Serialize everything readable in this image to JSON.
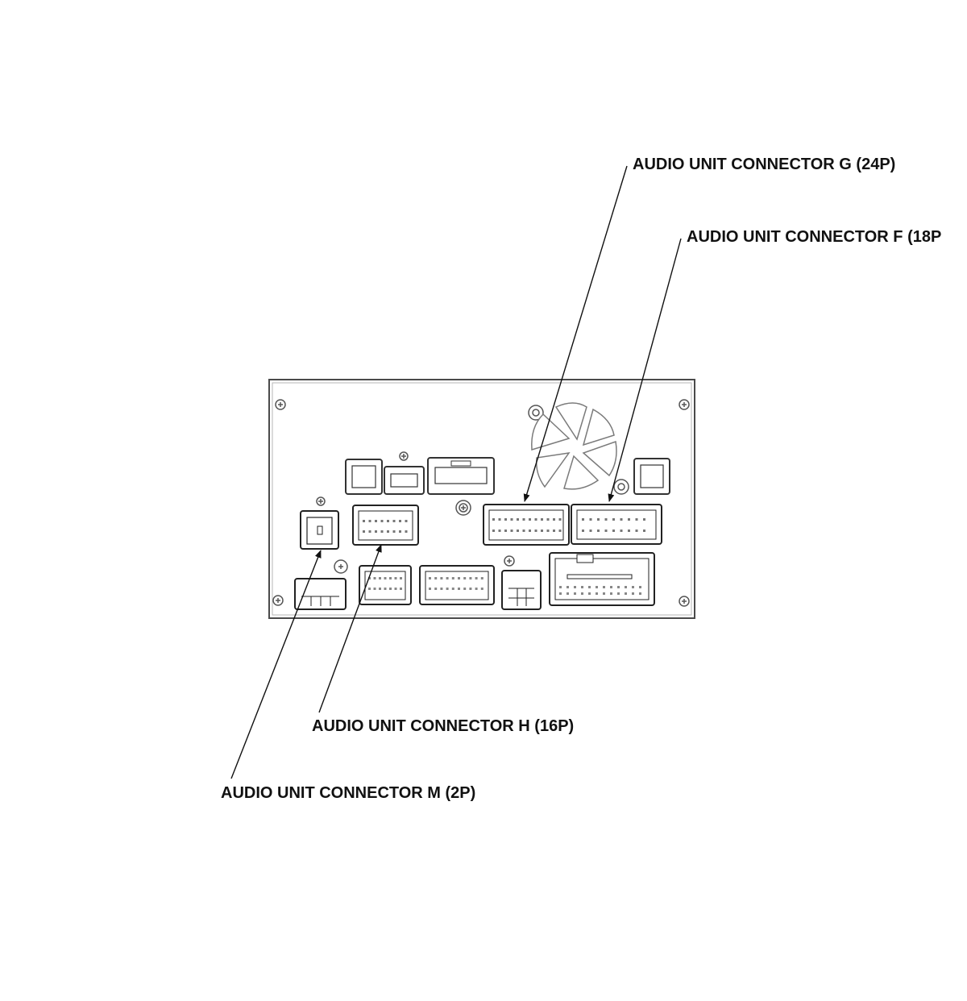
{
  "colors": {
    "line": "#4a4a4a",
    "panel_fill": "#ffffff",
    "ink": "#111111",
    "soft": "#8a8a8a"
  },
  "callouts": {
    "g": "AUDIO UNIT CONNECTOR G (24P)",
    "f": "AUDIO UNIT CONNECTOR F (18P",
    "h": "AUDIO UNIT CONNECTOR H (16P)",
    "m": "AUDIO UNIT CONNECTOR M (2P)"
  }
}
